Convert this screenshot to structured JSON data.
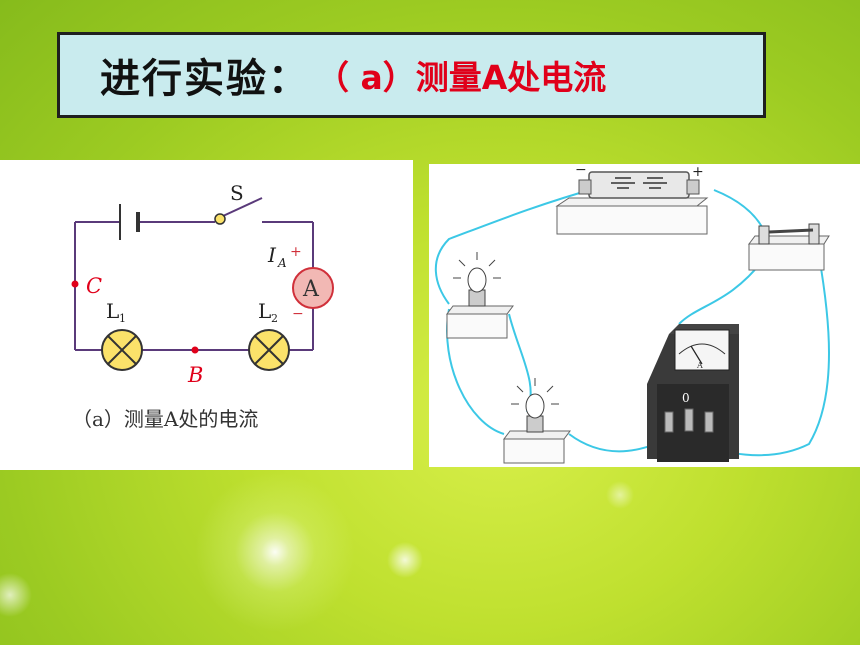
{
  "title": {
    "main": "进行实验：",
    "sub": "（ a）测量A处电流"
  },
  "circuit_diagram": {
    "switch_label": "S",
    "ammeter_symbol": "A",
    "current_label": "I",
    "current_subscript": "A",
    "plus_sign": "+",
    "minus_sign": "−",
    "point_c": "C",
    "point_b": "B",
    "lamp1_label": "L",
    "lamp1_subscript": "1",
    "lamp2_label": "L",
    "lamp2_subscript": "2",
    "caption": "（a）测量A处的电流"
  },
  "apparatus": {
    "battery_minus": "−",
    "battery_plus": "+",
    "meter_letter": "A",
    "meter_zero": "0"
  },
  "colors": {
    "title_text": "#111111",
    "title_accent": "#e0001a",
    "title_box_bg": "#c9ebee",
    "wire": "#3cc8e6",
    "lamp_fill": "#fbe26a",
    "ammeter_fill": "#f2b8b4",
    "ammeter_stroke": "#d0303a",
    "circuit_line": "#5a3a7a"
  }
}
